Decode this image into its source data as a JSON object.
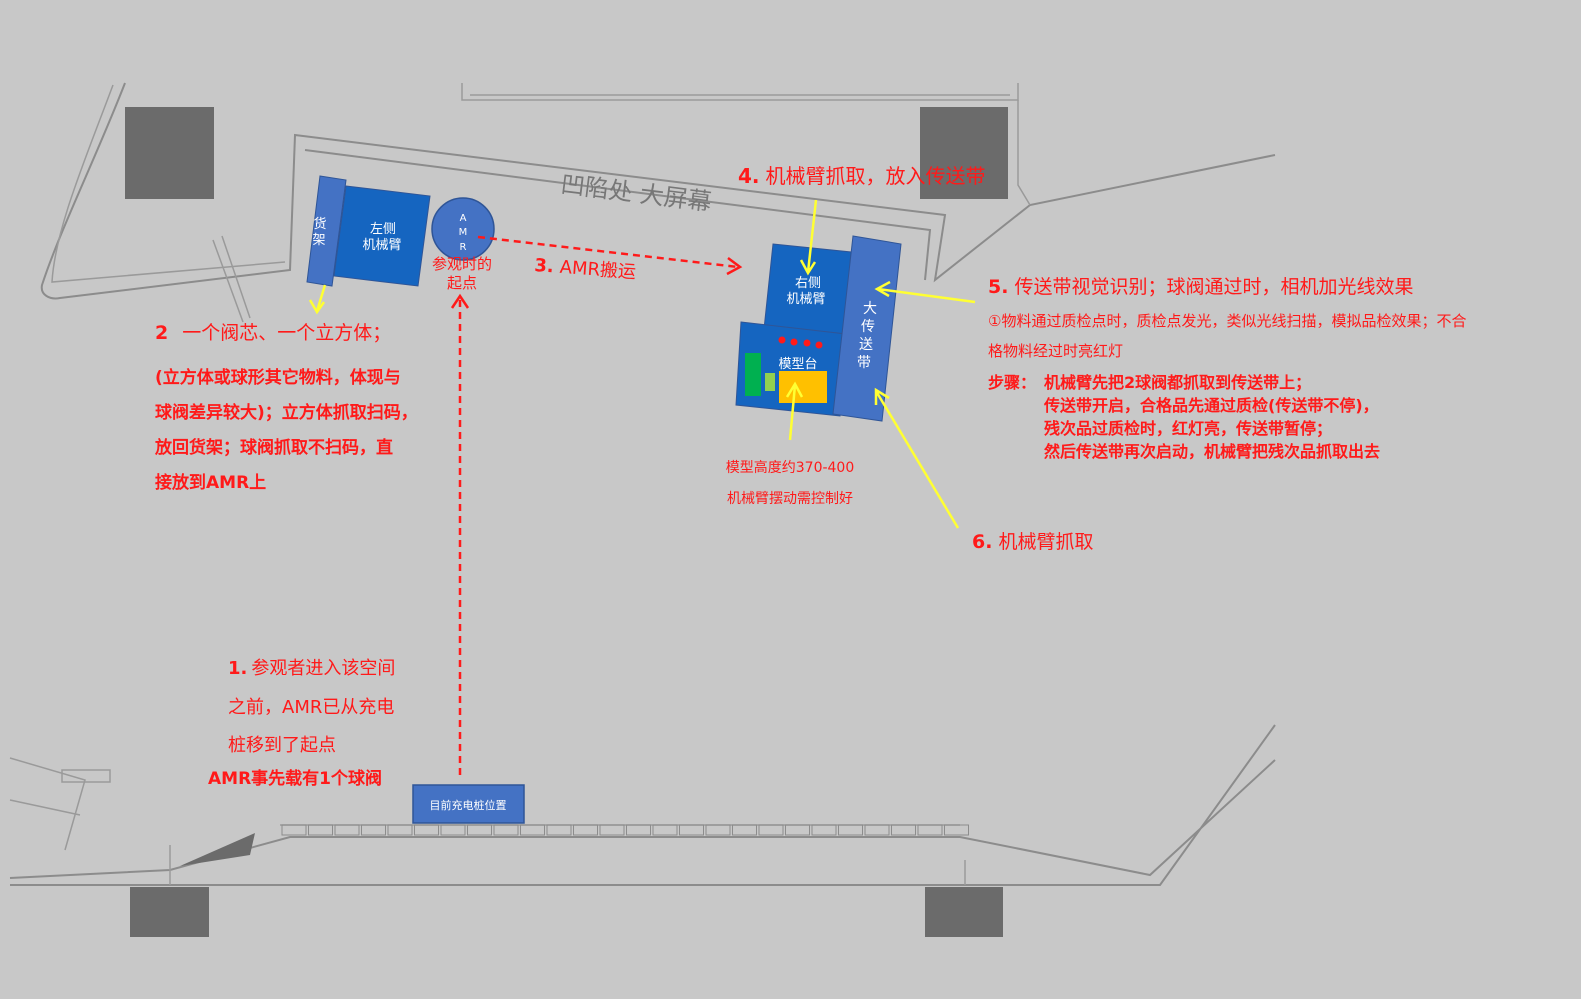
{
  "colors": {
    "background": "#c8c8c8",
    "equipment_blue": "#1565c0",
    "light_blue": "#4472c4",
    "annotation_red": "#ff1a1a",
    "arrow_yellow": "#ffff33"
  },
  "map": {
    "recess_label": "凹陷处  大屏幕",
    "shelf_label": [
      "货",
      "架"
    ],
    "left_arm_label": [
      "左侧",
      "机械臂"
    ],
    "amr_label": [
      "A",
      "M",
      "R"
    ],
    "start_label": [
      "参观时的",
      "起点"
    ],
    "right_arm_label": [
      "右侧",
      "机械臂"
    ],
    "model_table_label": "模型台",
    "conveyor_label": [
      "大",
      "传",
      "送",
      "带"
    ],
    "charging_label": "目前充电桩位置"
  },
  "annotations": {
    "step1": {
      "num": "1.",
      "lines": [
        "参观者进入该空间",
        "之前，AMR已从充电",
        "桩移到了起点"
      ],
      "bold": "AMR事先载有1个球阀"
    },
    "step2": {
      "num": "2",
      "title": "一个阀芯、一个立方体；",
      "lines": [
        "(立方体或球形其它物料，体现与",
        "球阀差异较大)；立方体抓取扫码，",
        "放回货架；球阀抓取不扫码，直",
        "接放到AMR上"
      ]
    },
    "step3": {
      "num": "3.",
      "text": "AMR搬运"
    },
    "step4": {
      "num": "4.",
      "text": "机械臂抓取，放入传送带"
    },
    "step5": {
      "num": "5.",
      "text": "传送带视觉识别；球阀通过时，相机加光线效果",
      "detail": [
        "①物料通过质检点时，质检点发光，类似光线扫描，模拟品检效果；不合",
        "格物料经过时亮红灯"
      ],
      "steps_label": "步骤：",
      "steps": [
        "机械臂先把2球阀都抓取到传送带上；",
        "传送带开启，合格品先通过质检(传送带不停)，",
        "残次品过质检时，红灯亮，传送带暂停；",
        "然后传送带再次启动，机械臂把残次品抓取出去"
      ]
    },
    "step6": {
      "num": "6.",
      "text": "机械臂抓取"
    },
    "model_note": [
      "模型高度约370-400",
      "机械臂摆动需控制好"
    ]
  }
}
